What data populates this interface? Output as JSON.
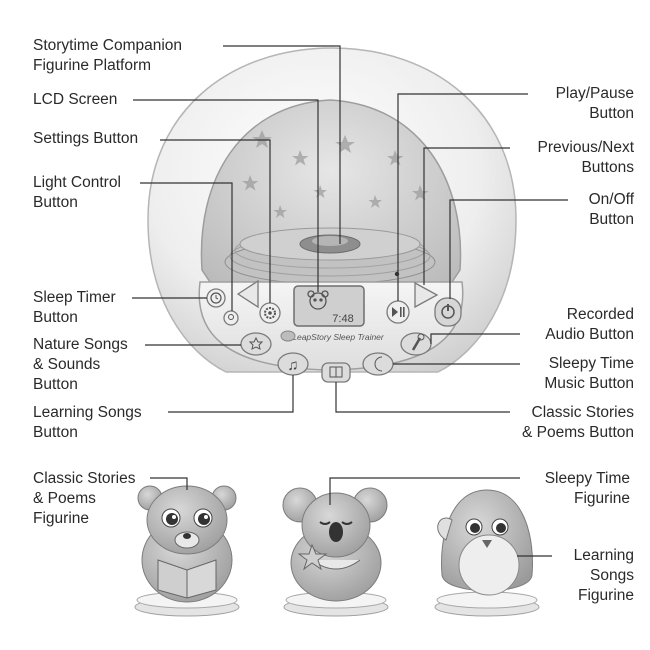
{
  "device_brand_text": "LeapStory Sleep Trainer",
  "lcd_time": "7:48",
  "callouts": {
    "storytime_platform": "Storytime Companion\nFigurine Platform",
    "lcd_screen": "LCD Screen",
    "settings_button": "Settings Button",
    "light_control_button": "Light Control\nButton",
    "sleep_timer_button": "Sleep Timer\nButton",
    "nature_songs_button": "Nature Songs\n& Sounds\nButton",
    "learning_songs_button": "Learning Songs\nButton",
    "play_pause_button": "Play/Pause\nButton",
    "previous_next_buttons": "Previous/Next\nButtons",
    "on_off_button": "On/Off\nButton",
    "recorded_audio_button": "Recorded\nAudio Button",
    "sleepy_time_music_button": "Sleepy Time\nMusic Button",
    "classic_stories_button": "Classic Stories\n& Poems Button",
    "classic_stories_figurine": "Classic Stories\n& Poems\nFigurine",
    "sleepy_time_figurine": "Sleepy Time\nFigurine",
    "learning_songs_figurine": "Learning\nSongs\nFigurine"
  },
  "icons": {
    "device": "night-light-speaker",
    "bear": "bear-figurine",
    "koala": "koala-figurine",
    "penguin": "penguin-figurine"
  },
  "colors": {
    "label_text": "#2a2a2a",
    "leader_line": "#333333",
    "device_gray": "#c7c7c7",
    "device_dark": "#8a8a8a"
  }
}
